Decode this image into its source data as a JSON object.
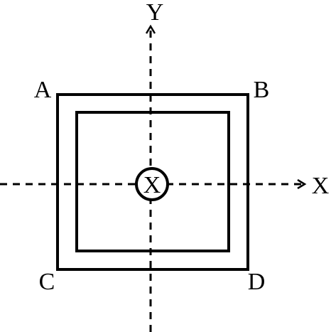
{
  "diagram": {
    "axes": {
      "x_label": "X",
      "y_label": "Y"
    },
    "corners": {
      "top_left": "A",
      "top_right": "B",
      "bottom_left": "C",
      "bottom_right": "D"
    },
    "center_symbol": "X",
    "colors": {
      "stroke": "#000000",
      "background": "#ffffff"
    }
  }
}
